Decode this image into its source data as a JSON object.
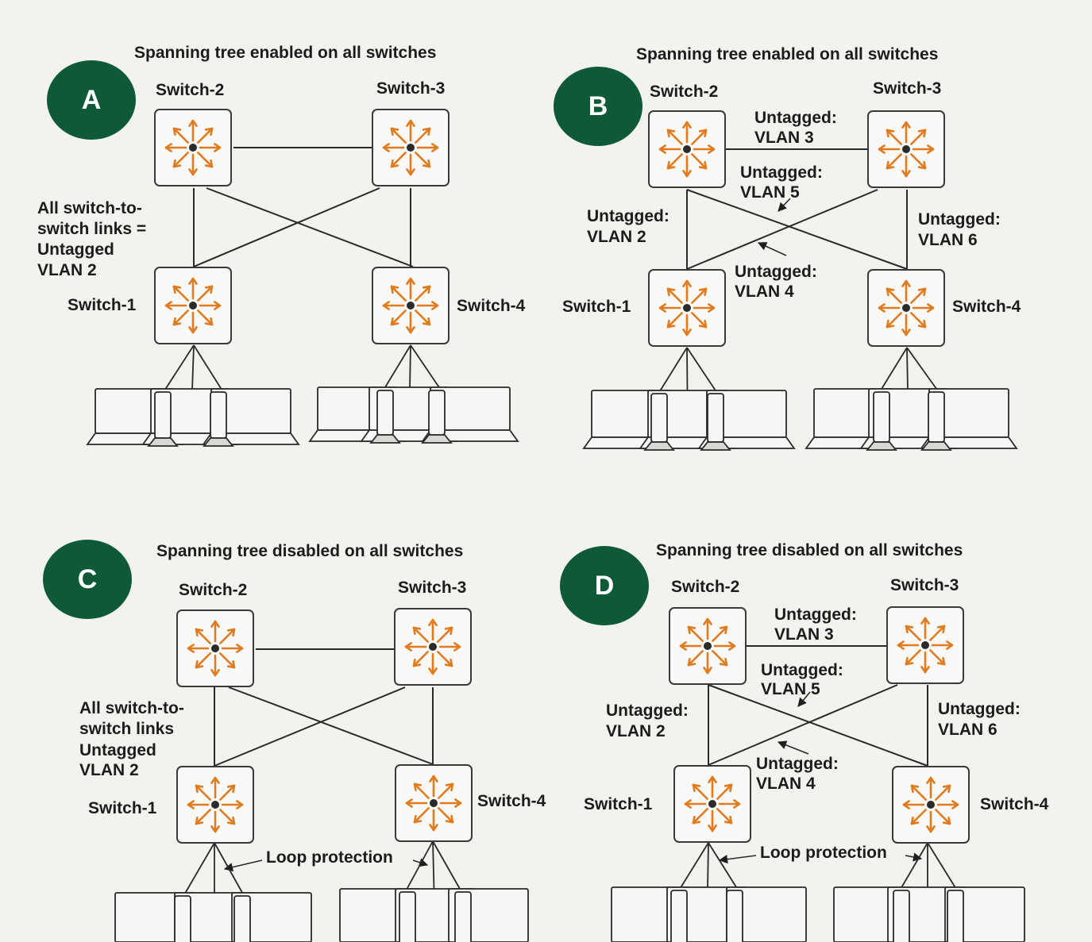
{
  "panels": {
    "A": {
      "badge": "A",
      "title": "Spanning tree enabled on all switches",
      "switch1": "Switch-1",
      "switch2": "Switch-2",
      "switch3": "Switch-3",
      "switch4": "Switch-4",
      "note_lines": [
        "All switch-to-",
        "switch links =",
        "Untagged",
        "VLAN 2"
      ]
    },
    "B": {
      "badge": "B",
      "title": "Spanning tree enabled on all switches",
      "switch1": "Switch-1",
      "switch2": "Switch-2",
      "switch3": "Switch-3",
      "switch4": "Switch-4",
      "link_labels": {
        "top": [
          "Untagged:",
          "VLAN 3"
        ],
        "cross_upper": [
          "Untagged:",
          "VLAN 5"
        ],
        "left": [
          "Untagged:",
          "VLAN 2"
        ],
        "right": [
          "Untagged:",
          "VLAN 6"
        ],
        "cross_lower": [
          "Untagged:",
          "VLAN 4"
        ]
      }
    },
    "C": {
      "badge": "C",
      "title": "Spanning tree disabled on all switches",
      "switch1": "Switch-1",
      "switch2": "Switch-2",
      "switch3": "Switch-3",
      "switch4": "Switch-4",
      "note_lines": [
        "All switch-to-",
        "switch links",
        "Untagged",
        "VLAN 2"
      ],
      "loop_protection": "Loop protection"
    },
    "D": {
      "badge": "D",
      "title": "Spanning tree disabled on all switches",
      "switch1": "Switch-1",
      "switch2": "Switch-2",
      "switch3": "Switch-3",
      "switch4": "Switch-4",
      "link_labels": {
        "top": [
          "Untagged:",
          "VLAN 3"
        ],
        "cross_upper": [
          "Untagged:",
          "VLAN 5"
        ],
        "left": [
          "Untagged:",
          "VLAN 2"
        ],
        "right": [
          "Untagged:",
          "VLAN 6"
        ],
        "cross_lower": [
          "Untagged:",
          "VLAN 4"
        ]
      },
      "loop_protection": "Loop protection"
    }
  },
  "colors": {
    "badge": "#0f5a36",
    "switch_icon": "#e07b1f",
    "line": "#2a2a2a"
  },
  "icons": {
    "switch": "switch-arrows-icon",
    "client": "laptop-icon"
  }
}
